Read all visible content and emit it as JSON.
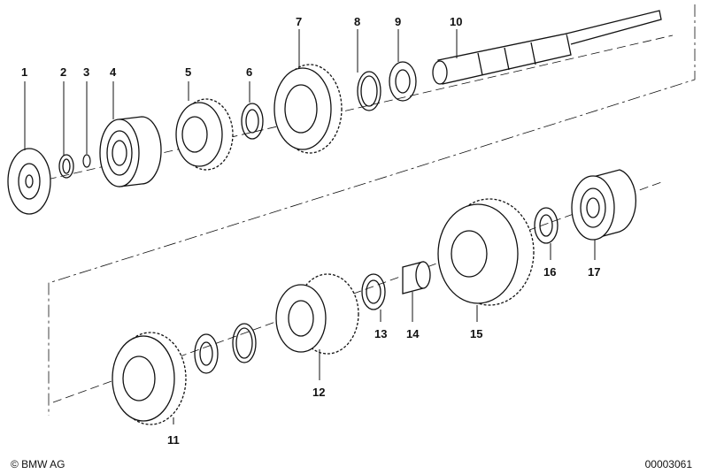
{
  "diagram": {
    "callouts": [
      "1",
      "2",
      "3",
      "4",
      "5",
      "6",
      "7",
      "8",
      "9",
      "10",
      "11",
      "12",
      "13",
      "14",
      "15",
      "16",
      "17"
    ]
  },
  "footer": {
    "copyright": "© BMW AG",
    "document_number": "00003061"
  }
}
